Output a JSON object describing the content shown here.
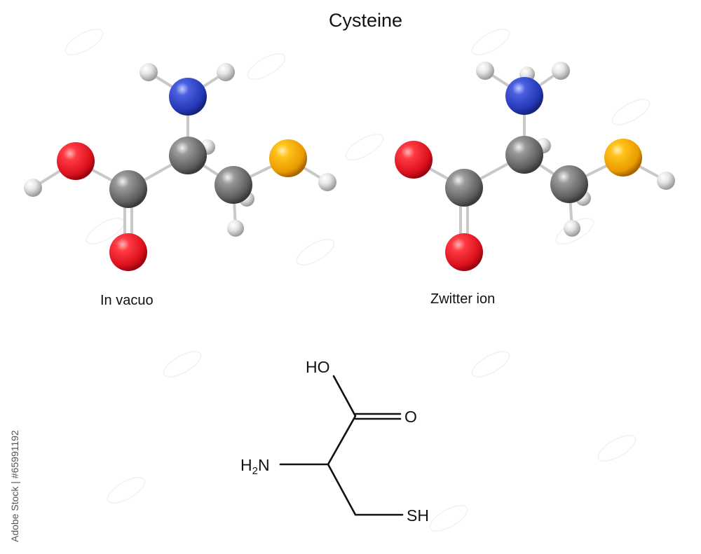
{
  "title": "Cysteine",
  "models": {
    "in_vacuo": {
      "label": "In vacuo"
    },
    "zwitter": {
      "label": "Zwitter ion"
    }
  },
  "skeletal": {
    "ho": "HO",
    "o": "O",
    "h2n_h": "H",
    "h2n_sub": "2",
    "h2n_n": "N",
    "sh": "SH"
  },
  "watermark": {
    "id_text": "Adobe Stock | #65991192"
  },
  "colors": {
    "oxygen": "#e0202a",
    "nitrogen": "#2f45c8",
    "carbon": "#5a5a5a",
    "hydrogen": "#e8e8e8",
    "sulfur": "#f0a400"
  }
}
